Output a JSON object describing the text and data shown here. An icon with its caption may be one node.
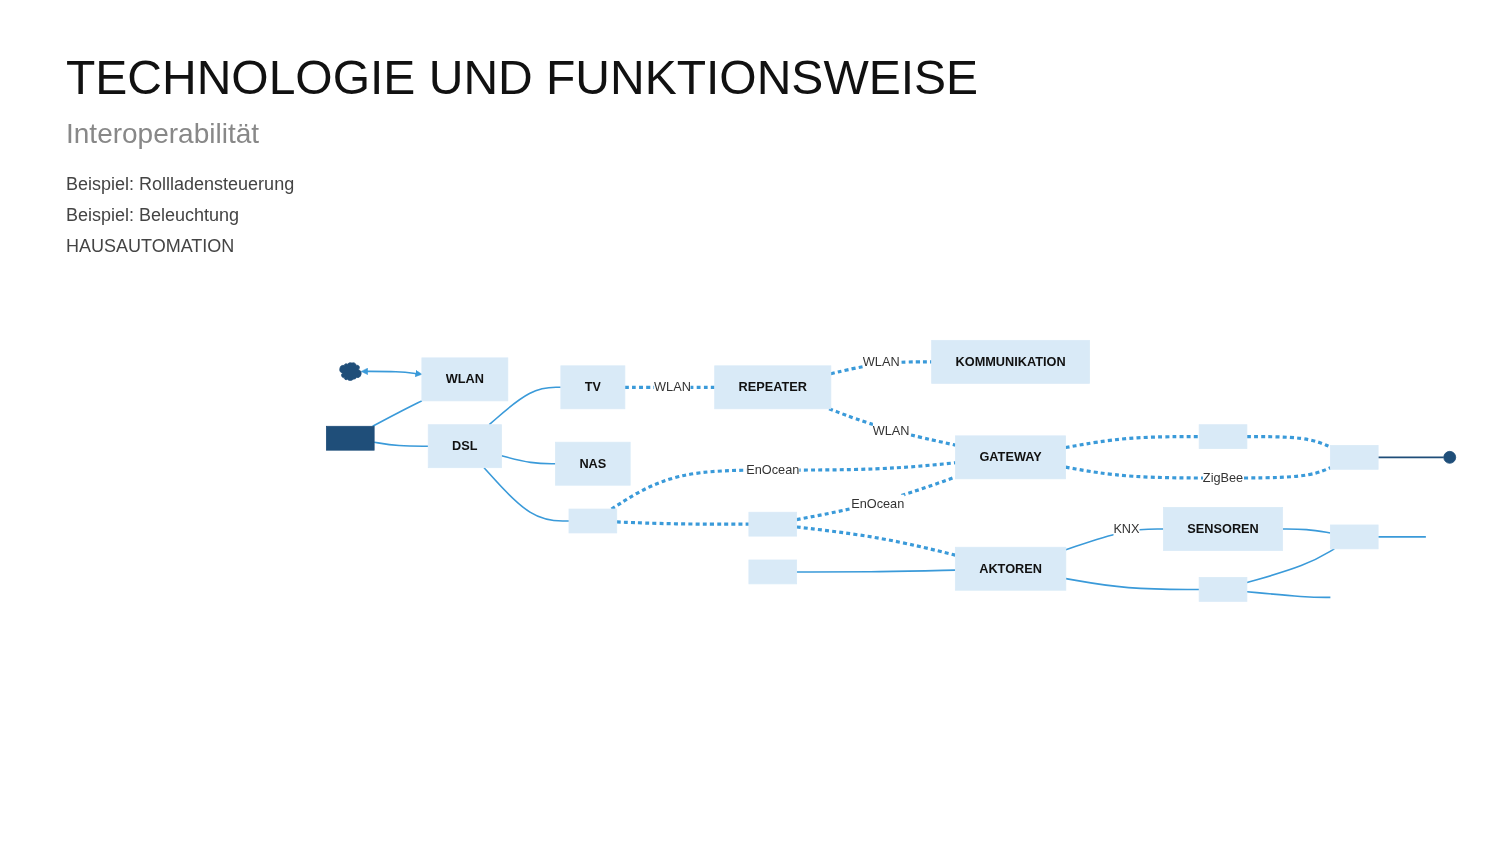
{
  "diagram": {
    "title": "TECHNOLOGIE UND FUNKTIONSWEISE",
    "nodes": [
      {
        "text": [],
        "shape": "cloud"
      },
      {
        "text": [],
        "shape": "laptop"
      },
      {
        "text": [
          "WLAN"
        ]
      },
      {
        "text": [
          "DSL"
        ]
      },
      {
        "text": [
          "TV"
        ]
      },
      {
        "text": [
          "NAS"
        ]
      },
      {
        "text": [],
        "shape": "box"
      },
      {
        "text": [
          "REPEATER"
        ]
      },
      {
        "text": [
          "KOMMUNIKATION"
        ]
      },
      {
        "text": [],
        "shape": "box"
      },
      {
        "text": [
          "GATEWAY"
        ]
      },
      {
        "text": [],
        "shape": "box"
      },
      {
        "text": [],
        "shape": "lamp"
      },
      {
        "text": [],
        "shape": "box"
      },
      {
        "text": [],
        "shape": "box"
      },
      {
        "text": [
          "AKTOREN"
        ]
      },
      {
        "text": [
          "SENSOREN"
        ]
      },
      {
        "text": [],
        "shape": "box"
      },
      {
        "text": [],
        "shape": "box"
      }
    ],
    "edges": [
      {
        "from": 0,
        "to": 2,
        "arrow": "both"
      },
      {
        "from": 1,
        "to": 2,
        "arrow": "none"
      },
      {
        "from": 1,
        "to": 3,
        "arrow": "none"
      },
      {
        "from": 3,
        "to": 4,
        "arrow": "none"
      },
      {
        "from": 3,
        "to": 5,
        "arrow": "none"
      },
      {
        "from": 3,
        "to": 6,
        "arrow": "none"
      },
      {
        "from": 4,
        "to": 7,
        "label": "WLAN",
        "arrow": "none",
        "style": "dashed"
      },
      {
        "from": 7,
        "to": 8,
        "label": "WLAN",
        "arrow": "none",
        "style": "dashed"
      },
      {
        "from": 7,
        "to": 10,
        "label": "WLAN",
        "arrow": "none",
        "style": "dashed"
      },
      {
        "from": 6,
        "to": 10,
        "label": "EnOcean",
        "arrow": "none",
        "style": "dashed"
      },
      {
        "from": 6,
        "to": 13,
        "arrow": "none",
        "style": "dashed"
      },
      {
        "from": 13,
        "to": 10,
        "label": "EnOcean",
        "arrow": "none",
        "style": "dashed"
      },
      {
        "from": 10,
        "to": 9,
        "arrow": "none",
        "style": "dashed"
      },
      {
        "from": 9,
        "to": 11,
        "arrow": "none",
        "style": "dashed"
      },
      {
        "from": 10,
        "to": 11,
        "label": "ZigBee",
        "arrow": "none",
        "style": "dashed"
      },
      {
        "from": 11,
        "to": 12,
        "arrow": "none",
        "color": "#1f4e79"
      },
      {
        "from": 13,
        "to": 15,
        "arrow": "none",
        "style": "dashed"
      },
      {
        "from": 14,
        "to": 15,
        "arrow": "none"
      },
      {
        "from": 15,
        "to": 16,
        "label": "KNX",
        "arrow": "none"
      },
      {
        "from": 15,
        "to": 17,
        "arrow": "none"
      },
      {
        "from": 16,
        "to": 18,
        "arrow": "none"
      },
      {
        "from": 17,
        "to": 18,
        "arrow": "none"
      },
      {
        "from": 17,
        "to": null,
        "arrow": "none"
      },
      {
        "from": 18,
        "to": null,
        "arrow": "none"
      }
    ],
    "labels": [
      "Interoperabilität",
      "Beispiel: Rollladensteuerung",
      "Beispiel: Beleuchtung",
      "HAUSAUTOMATION"
    ]
  }
}
